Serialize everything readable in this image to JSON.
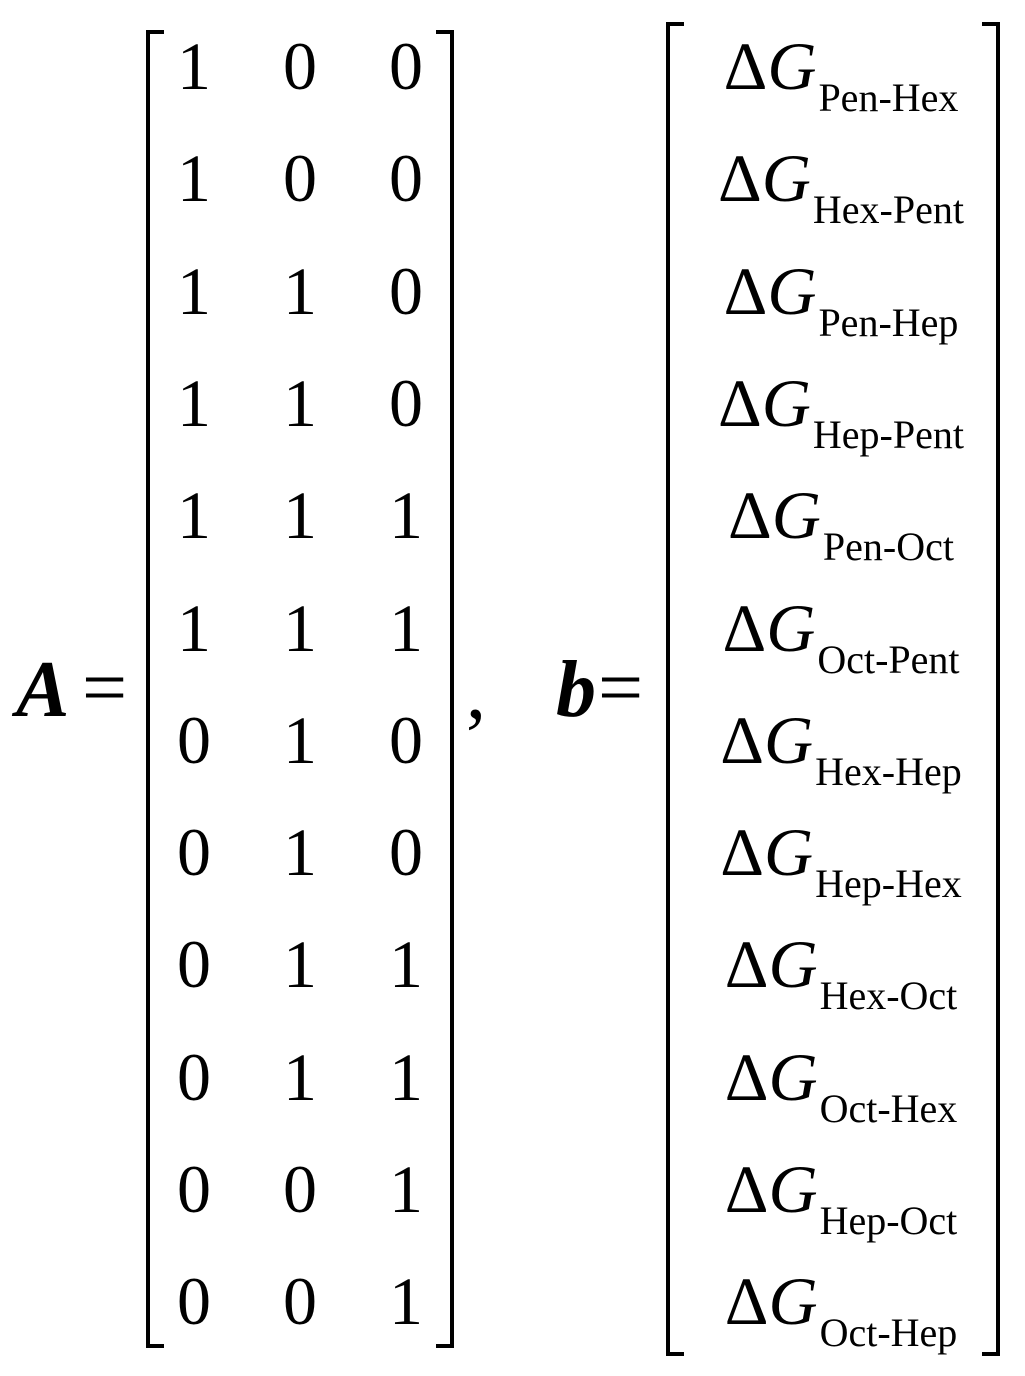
{
  "matrix_a": {
    "label": "A",
    "equals": "=",
    "rows": [
      [
        "1",
        "0",
        "0"
      ],
      [
        "1",
        "0",
        "0"
      ],
      [
        "1",
        "1",
        "0"
      ],
      [
        "1",
        "1",
        "0"
      ],
      [
        "1",
        "1",
        "1"
      ],
      [
        "1",
        "1",
        "1"
      ],
      [
        "0",
        "1",
        "0"
      ],
      [
        "0",
        "1",
        "0"
      ],
      [
        "0",
        "1",
        "1"
      ],
      [
        "0",
        "1",
        "1"
      ],
      [
        "0",
        "0",
        "1"
      ],
      [
        "0",
        "0",
        "1"
      ]
    ]
  },
  "separator": ",",
  "vector_b": {
    "label": "b",
    "equals": "=",
    "symbol": "ΔG",
    "delta": "Δ",
    "g": "G",
    "subscripts": [
      "Pen-Hex",
      "Hex-Pent",
      "Pen-Hep",
      "Hep-Pent",
      "Pen-Oct",
      "Oct-Pent",
      "Hex-Hep",
      "Hep-Hex",
      "Hex-Oct",
      "Oct-Hex",
      "Hep-Oct",
      "Oct-Hep"
    ]
  }
}
